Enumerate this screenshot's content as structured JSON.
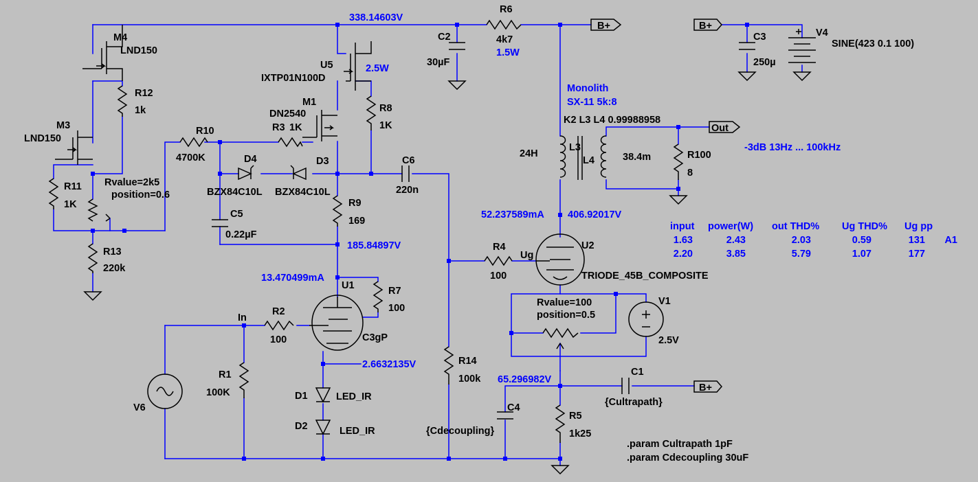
{
  "colors": {
    "background": "#c0c0c0",
    "wire": "#0000ff",
    "component": "#000000",
    "annotation": "#0000ff"
  },
  "components": {
    "M4": {
      "ref": "M4",
      "value": "LND150"
    },
    "M3": {
      "ref": "M3",
      "value": "LND150"
    },
    "M1": {
      "ref": "M1",
      "value": "DN2540"
    },
    "U5": {
      "ref": "U5",
      "value": "IXTP01N100D",
      "note": "2.5W"
    },
    "R12": {
      "ref": "R12",
      "value": "1k"
    },
    "R11": {
      "ref": "R11",
      "value": "1K"
    },
    "R13": {
      "ref": "R13",
      "value": "220k"
    },
    "pot1": {
      "line1": "Rvalue=2k5",
      "line2": "position=0.6"
    },
    "R10": {
      "ref": "R10",
      "value": "4700K"
    },
    "R3": {
      "ref": "R3",
      "value": "1K"
    },
    "R8": {
      "ref": "R8",
      "value": "1K"
    },
    "D4": {
      "ref": "D4",
      "value": "BZX84C10L"
    },
    "D3": {
      "ref": "D3",
      "value": "BZX84C10L"
    },
    "C5": {
      "ref": "C5",
      "value": "0.22µF"
    },
    "R9": {
      "ref": "R9",
      "value": "169"
    },
    "C6": {
      "ref": "C6",
      "value": "220n"
    },
    "C2": {
      "ref": "C2",
      "value": "30µF"
    },
    "R6": {
      "ref": "R6",
      "value": "4k7",
      "note": "1.5W"
    },
    "C3": {
      "ref": "C3",
      "value": "250µ"
    },
    "V4": {
      "ref": "V4",
      "value": "SINE(423 0.1 100)"
    },
    "transformer": {
      "line1": "Monolith",
      "line2": "SX-11 5k:8",
      "coupling": "K2 L3 L4  0.99988958"
    },
    "L3": {
      "ref": "L3",
      "value": "24H"
    },
    "L4": {
      "ref": "L4",
      "value": "38.4m"
    },
    "R100": {
      "ref": "R100",
      "value": "8"
    },
    "U1": {
      "ref": "U1",
      "value": "C3gP"
    },
    "R7": {
      "ref": "R7",
      "value": "100"
    },
    "R2": {
      "ref": "R2",
      "value": "100"
    },
    "R1": {
      "ref": "R1",
      "value": "100K"
    },
    "V6": {
      "ref": "V6"
    },
    "D1": {
      "ref": "D1",
      "value": "LED_IR"
    },
    "D2": {
      "ref": "D2",
      "value": "LED_IR"
    },
    "R14": {
      "ref": "R14",
      "value": "100k"
    },
    "C4": {
      "ref": "C4",
      "value": "{Cdecoupling}"
    },
    "R4": {
      "ref": "R4",
      "value": "100"
    },
    "U2": {
      "ref": "U2",
      "value": "TRIODE_45B_COMPOSITE"
    },
    "pot2": {
      "line1": "Rvalue=100",
      "line2": "position=0.5"
    },
    "V1": {
      "ref": "V1",
      "value": "2.5V"
    },
    "C1": {
      "ref": "C1",
      "value": "{Cultrapath}"
    },
    "R5": {
      "ref": "R5",
      "value": "1k25"
    }
  },
  "net_labels": {
    "top_voltage": "338.14603V",
    "r9_voltage": "185.84897V",
    "u1_current": "13.470499mA",
    "cathode_voltage": "2.6632135V",
    "plate_current": "52.237589mA",
    "plate_voltage": "406.92017V",
    "bias_voltage": "65.296982V",
    "in": "In",
    "ug": "Ug",
    "out": "Out",
    "bplus": "B+"
  },
  "response": "-3dB 13Hz ... 100kHz",
  "table": {
    "headers": [
      "input",
      "power(W)",
      "out THD%",
      "Ug THD%",
      "Ug pp"
    ],
    "rows": [
      [
        "1.63",
        "2.43",
        "2.03",
        "0.59",
        "131",
        "A1"
      ],
      [
        "2.20",
        "3.85",
        "5.79",
        "1.07",
        "177",
        ""
      ]
    ]
  },
  "directives": [
    ".param Cultrapath 1pF",
    ".param Cdecoupling 30uF"
  ]
}
